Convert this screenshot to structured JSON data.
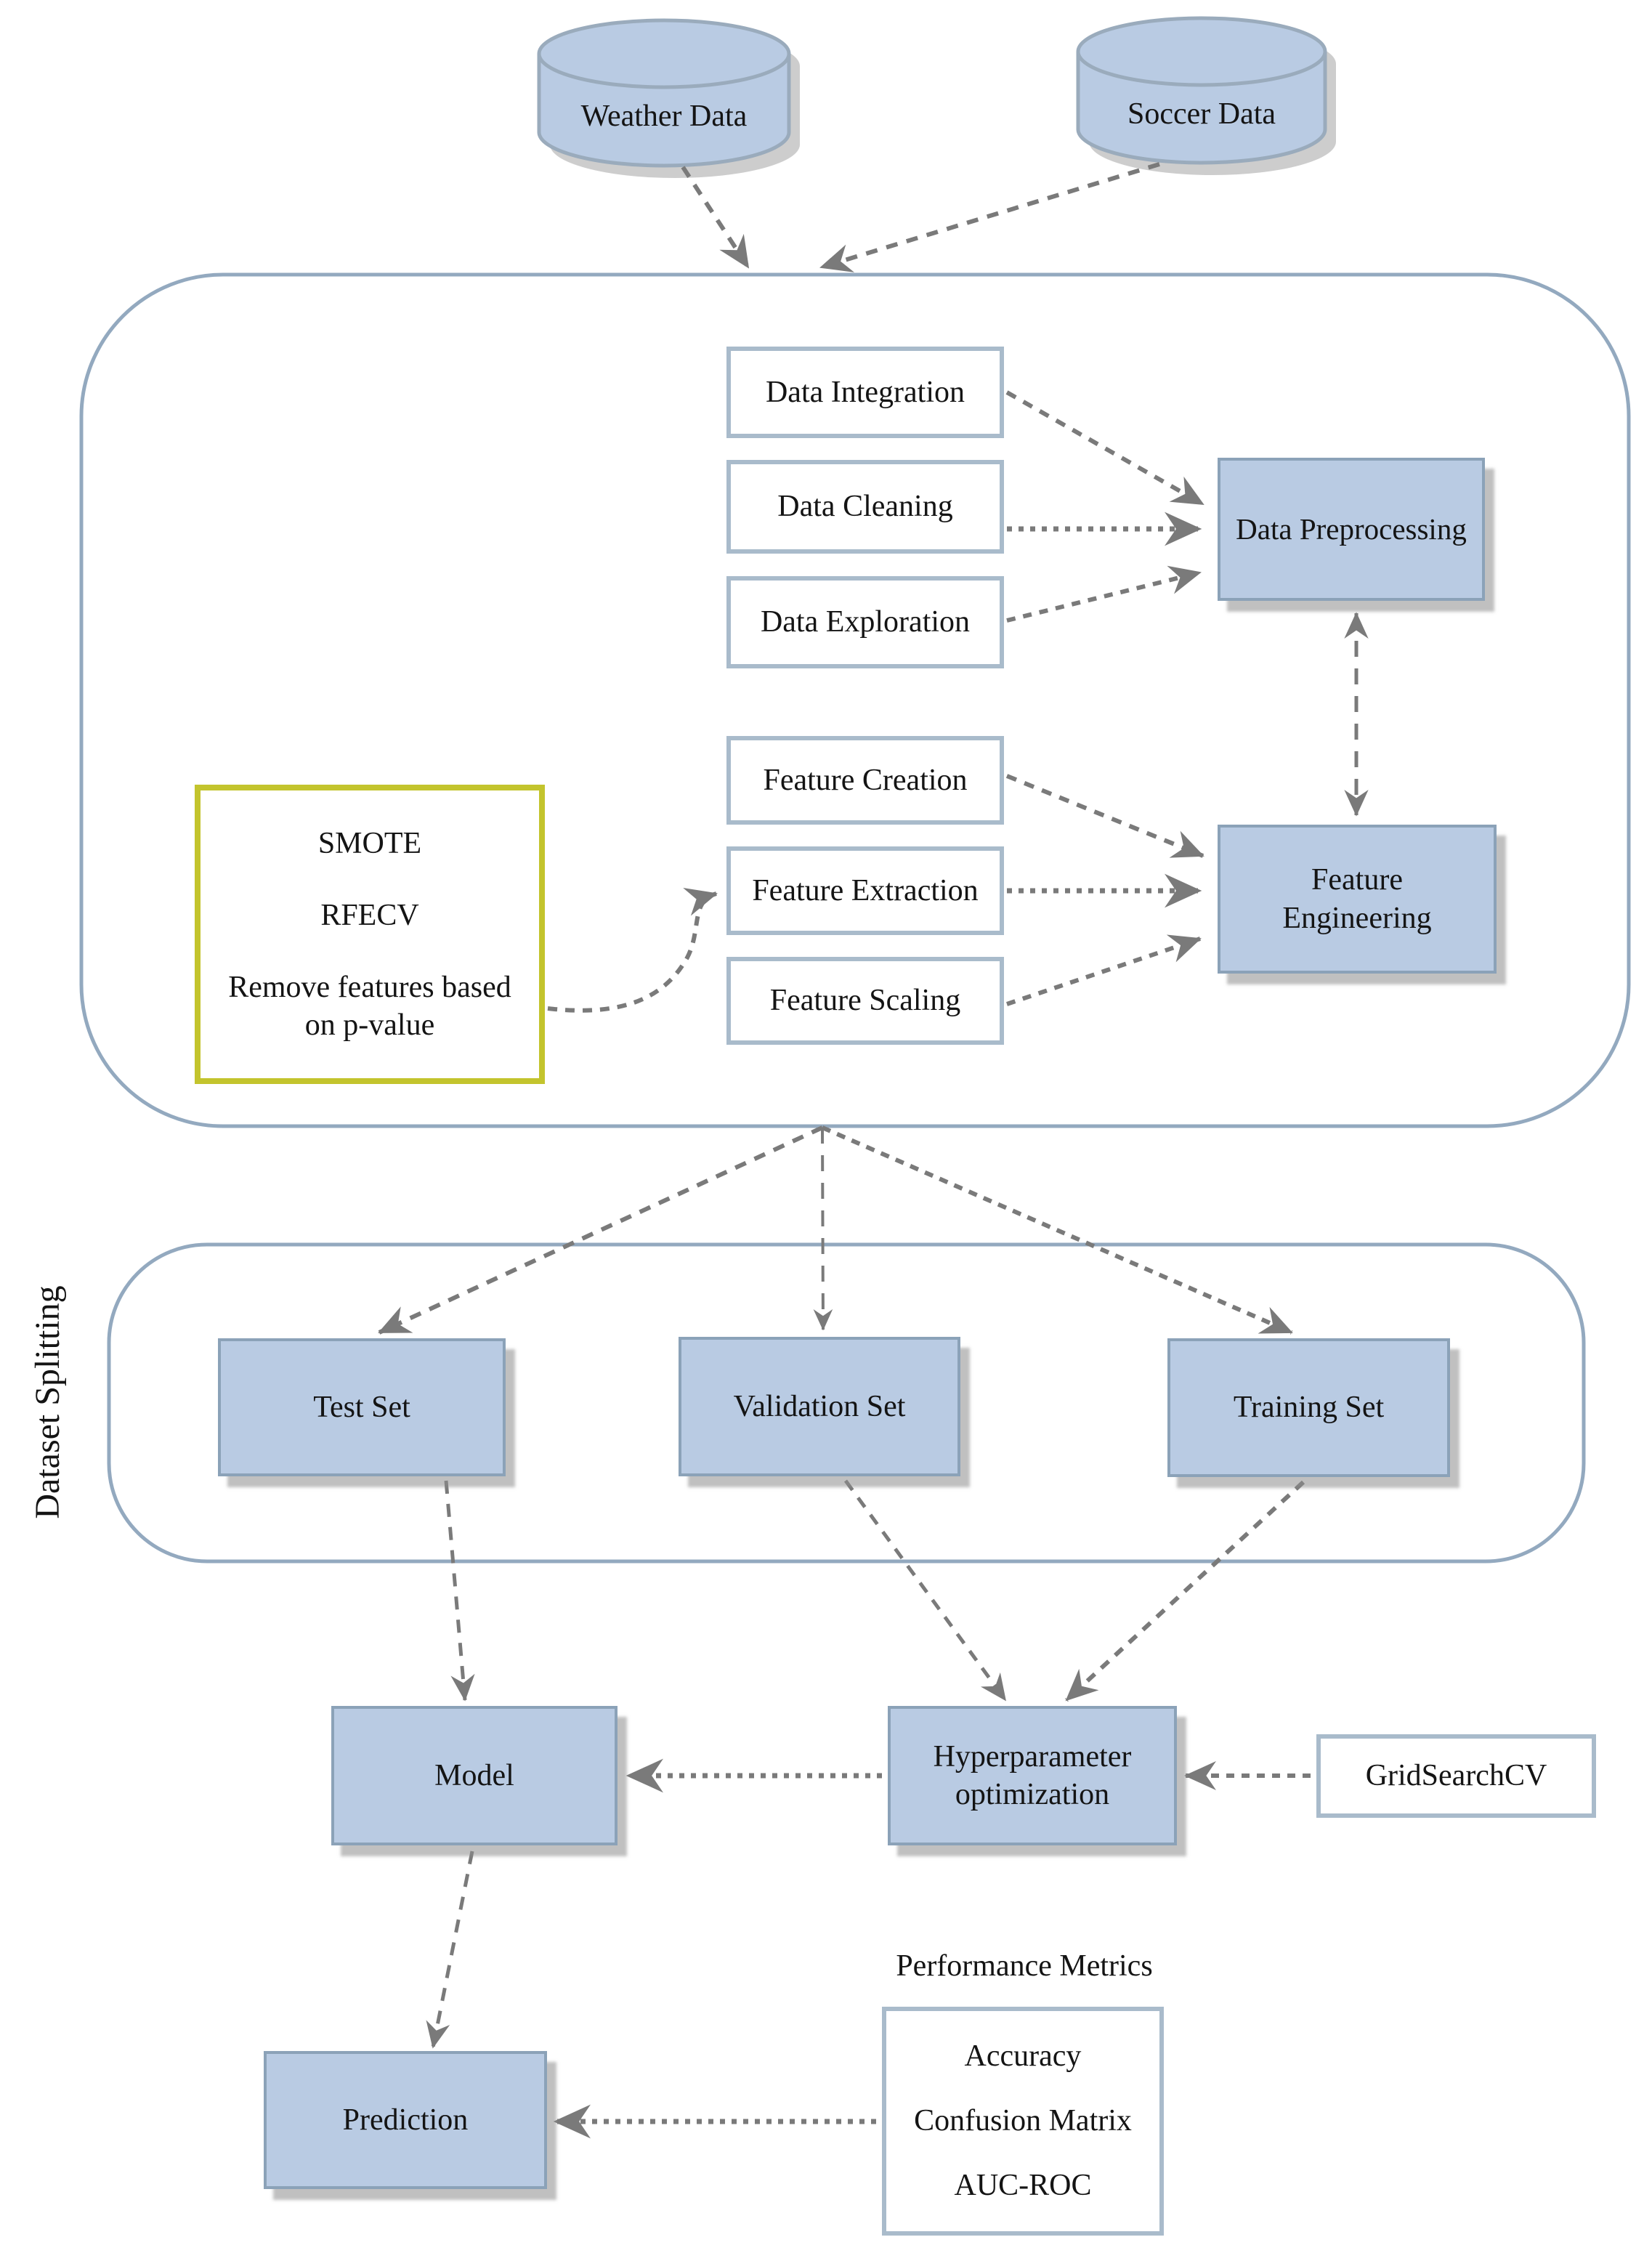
{
  "nodes": {
    "weather": "Weather Data",
    "soccer": "Soccer Data",
    "data_integration": "Data Integration",
    "data_cleaning": "Data Cleaning",
    "data_exploration": "Data Exploration",
    "data_preprocessing": "Data Preprocessing",
    "feature_creation": "Feature Creation",
    "feature_extraction": "Feature Extraction",
    "feature_scaling": "Feature Scaling",
    "feature_engineering": "Feature Engineering",
    "smote": "SMOTE",
    "rfecv": "RFECV",
    "remove_features": "Remove features based on p-value",
    "dataset_splitting": "Dataset Splitting",
    "test_set": "Test Set",
    "validation_set": "Validation Set",
    "training_set": "Training Set",
    "model": "Model",
    "hyperparameter_optimization": "Hyperparameter optimization",
    "gridsearchcv": "GridSearchCV",
    "prediction": "Prediction",
    "performance_metrics": "Performance Metrics",
    "accuracy": "Accuracy",
    "confusion_matrix": "Confusion Matrix",
    "auc_roc": "AUC-ROC"
  },
  "colors": {
    "node_fill": "#b9cbe3",
    "node_border": "#8ba2b8",
    "white_node_border": "#a9bbcb",
    "container_border": "#93a9bf",
    "highlight_border": "#c3c42d",
    "arrow": "#7a7a7a",
    "text": "#141414"
  }
}
